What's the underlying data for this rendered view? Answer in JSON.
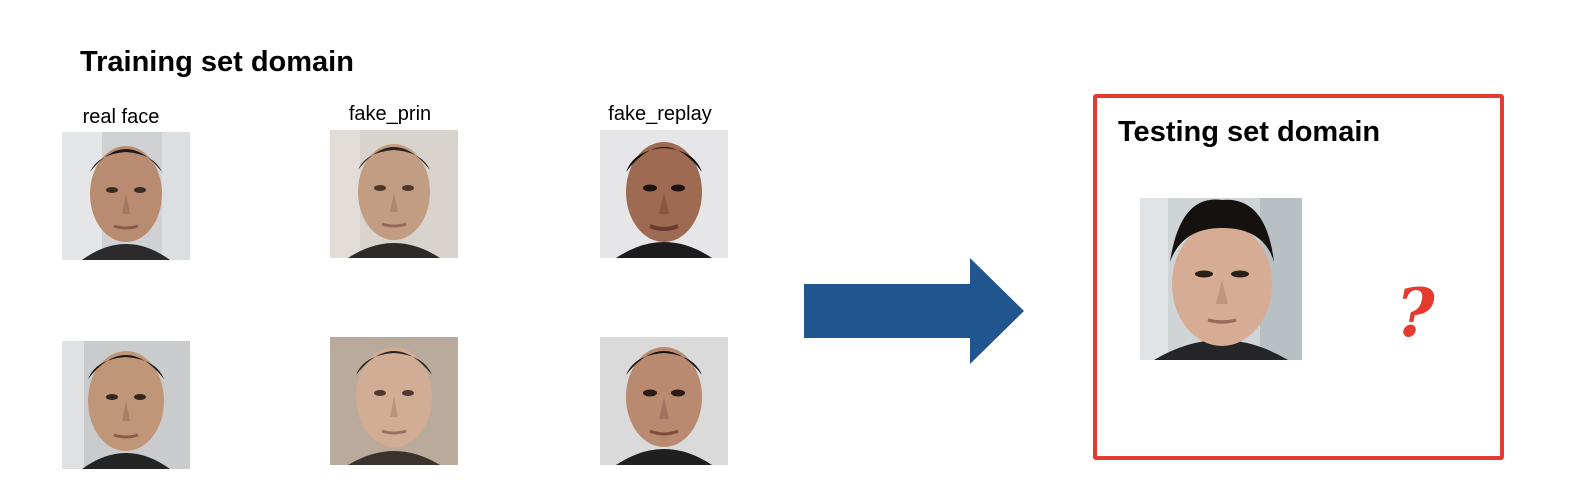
{
  "training": {
    "title": "Training set domain",
    "columns": [
      {
        "label": "real face"
      },
      {
        "label": "fake_prin"
      },
      {
        "label": "fake_replay"
      }
    ]
  },
  "testing": {
    "title": "Testing set domain",
    "unknown_mark": "?"
  },
  "colors": {
    "arrow": "#21558f",
    "test_border": "#e53a2f",
    "question_mark": "#e53a2f"
  },
  "icons": {
    "arrow": "right-arrow-icon",
    "question": "question-mark-icon"
  }
}
